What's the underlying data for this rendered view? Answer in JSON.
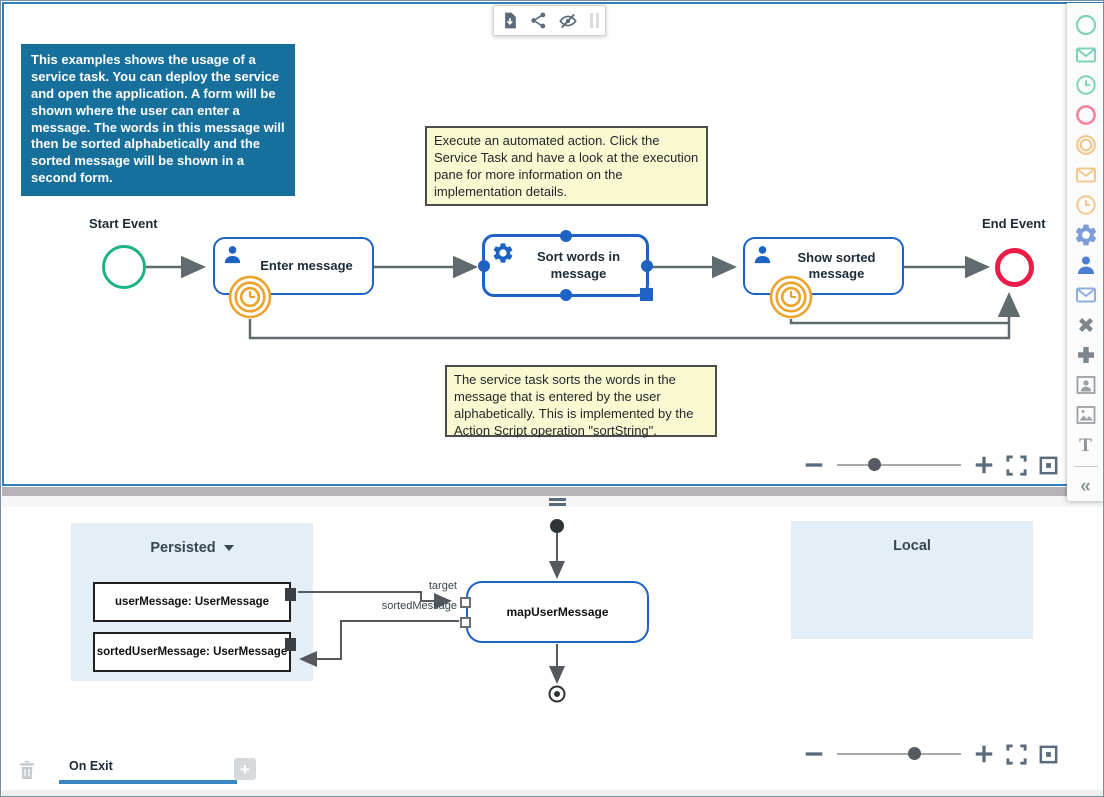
{
  "colors": {
    "canvas_border": "#2e81b8",
    "info_box_bg": "#176f9c",
    "note_bg": "#fafad2",
    "task_border": "#1e63c4",
    "start_event": "#1fb287",
    "end_event": "#ea1c48",
    "boundary_timer": "#eda32a",
    "edge": "#5f6b6d",
    "group_panel_bg": "#e3eef7",
    "tab_underline": "#3a87c8",
    "icon_slate": "#5a6b7b"
  },
  "toolbar": {
    "icons": [
      "export-icon",
      "share-icon",
      "hide-icon"
    ]
  },
  "canvas": {
    "info_box_text": "This examples shows the usage of a service task. You can deploy the service and open the application. A form will be shown where the user can enter a message. The words in this message will then be sorted alphabetically and the sorted message will be shown in a second form.",
    "note_top_text": "Execute an automated action. Click the Service Task and have a look at the execution pane for more information on the implementation details.",
    "note_bottom_text": "The service task sorts the words in the message that is entered by the user alphabetically. This is implemented by the Action Script operation \"sortString\".",
    "start_event_label": "Start Event",
    "end_event_label": "End Event",
    "tasks": [
      {
        "label": "Enter message",
        "type": "user-task"
      },
      {
        "label": "Sort words in message",
        "type": "service-task",
        "selected": true
      },
      {
        "label": "Show sorted message",
        "type": "user-task"
      }
    ]
  },
  "palette": {
    "items": [
      "start-event-icon",
      "message-start-event-icon",
      "timer-start-event-icon",
      "end-event-icon",
      "intermediate-event-icon",
      "message-intermediate-event-icon",
      "timer-intermediate-event-icon",
      "service-task-icon",
      "user-task-icon",
      "send-task-icon",
      "gateway-x-icon",
      "gateway-plus-icon",
      "user-dialog-icon",
      "image-icon",
      "text-icon",
      "collapse-palette-icon"
    ]
  },
  "zoom_controls": {
    "top_slider_percent": 30,
    "bottom_slider_percent": 62
  },
  "mapping": {
    "persisted_title": "Persisted",
    "local_title": "Local",
    "variables": [
      "userMessage: UserMessage",
      "sortedUserMessage: UserMessage"
    ],
    "node_label": "mapUserMessage",
    "edge_labels": {
      "target": "target",
      "sorted": "sortedMessage"
    }
  },
  "footer": {
    "tab_label": "On Exit",
    "add_tab_label": "+"
  }
}
